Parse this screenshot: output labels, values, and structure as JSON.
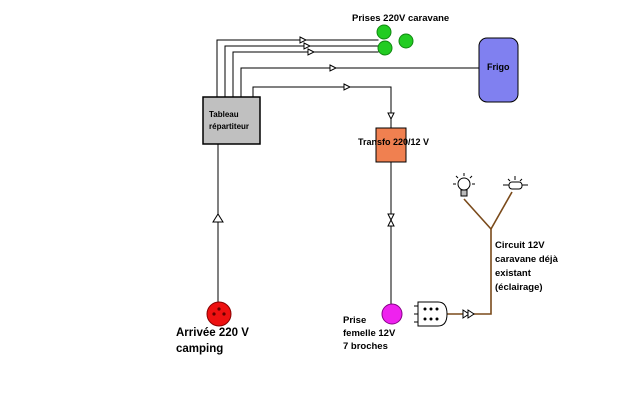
{
  "labels": {
    "prises_caravane": "Prises 220V caravane",
    "frigo": "Frigo",
    "tableau_line1": "Tableau",
    "tableau_line2": "répartiteur",
    "transfo": "Transfo 220/12 V",
    "circuit_line1": "Circuit 12V",
    "circuit_line2": "caravane déjà",
    "circuit_line3": "existant",
    "circuit_line4": "(éclairage)",
    "prise_line1": "Prise",
    "prise_line2": "femelle 12V",
    "prise_line3": "7 broches",
    "arrivee_line1": "Arrivée 220 V",
    "arrivee_line2": "camping"
  },
  "colors": {
    "wire_220v": "#000000",
    "wire_12v": "#7a4a1a",
    "socket_green": "#22cc22",
    "frigo_fill": "#8080f0",
    "tableau_fill": "#c0c0c0",
    "transfo_fill": "#f08050",
    "prise_fill": "#ee22ee",
    "arrivee_fill": "#ee1111"
  },
  "icons": {
    "bulb": "light-bulb-icon",
    "tube": "tube-lamp-icon",
    "plug": "plug-connector-icon"
  }
}
